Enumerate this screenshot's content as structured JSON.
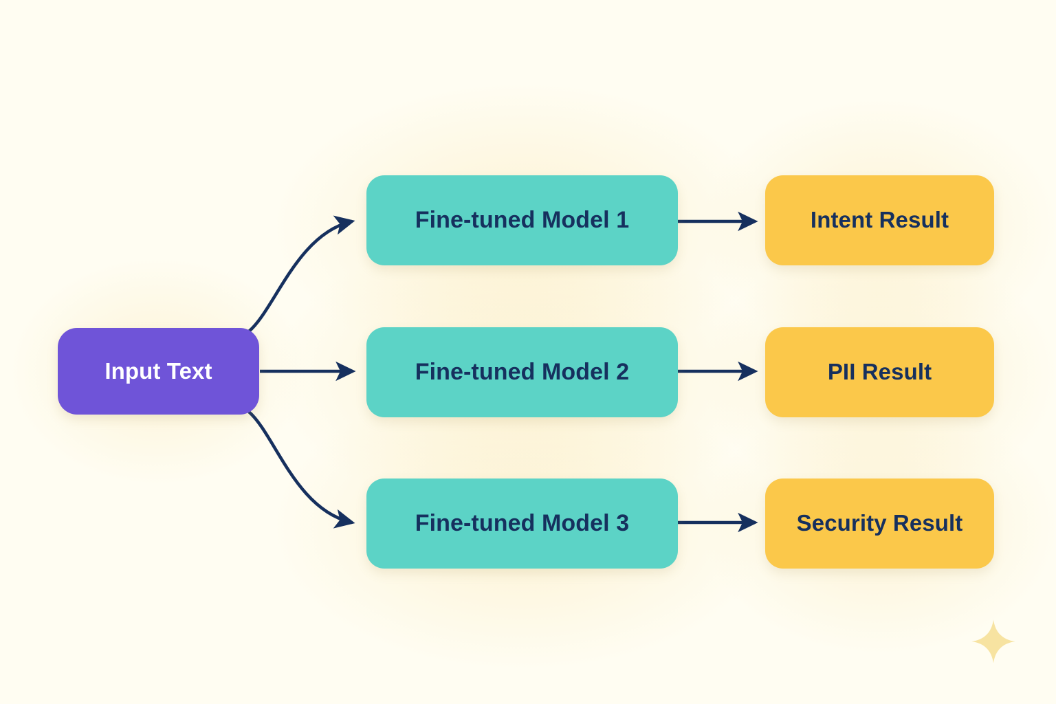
{
  "diagram": {
    "background_color": "#FFFDF2",
    "edge_color": "#16305E",
    "input": {
      "label": "Input Text",
      "color": "#6F54D8",
      "text_color": "#FFFFFF"
    },
    "models": [
      {
        "label": "Fine-tuned Model 1",
        "color": "#5CD3C6",
        "text_color": "#16305E"
      },
      {
        "label": "Fine-tuned Model 2",
        "color": "#5CD3C6",
        "text_color": "#16305E"
      },
      {
        "label": "Fine-tuned Model 3",
        "color": "#5CD3C6",
        "text_color": "#16305E"
      }
    ],
    "results": [
      {
        "label": "Intent Result",
        "color": "#FBC84A",
        "text_color": "#16305E"
      },
      {
        "label": "PII Result",
        "color": "#FBC84A",
        "text_color": "#16305E"
      },
      {
        "label": "Security Result",
        "color": "#FBC84A",
        "text_color": "#16305E"
      }
    ],
    "edges": [
      {
        "from": "Input Text",
        "to": "Fine-tuned Model 1",
        "style": "curved"
      },
      {
        "from": "Input Text",
        "to": "Fine-tuned Model 2",
        "style": "straight"
      },
      {
        "from": "Input Text",
        "to": "Fine-tuned Model 3",
        "style": "curved"
      },
      {
        "from": "Fine-tuned Model 1",
        "to": "Intent Result",
        "style": "straight"
      },
      {
        "from": "Fine-tuned Model 2",
        "to": "PII Result",
        "style": "straight"
      },
      {
        "from": "Fine-tuned Model 3",
        "to": "Security Result",
        "style": "straight"
      }
    ],
    "decoration": {
      "sparkle_color": "#F7E3A1",
      "sparkle_name": "sparkle-icon"
    }
  }
}
